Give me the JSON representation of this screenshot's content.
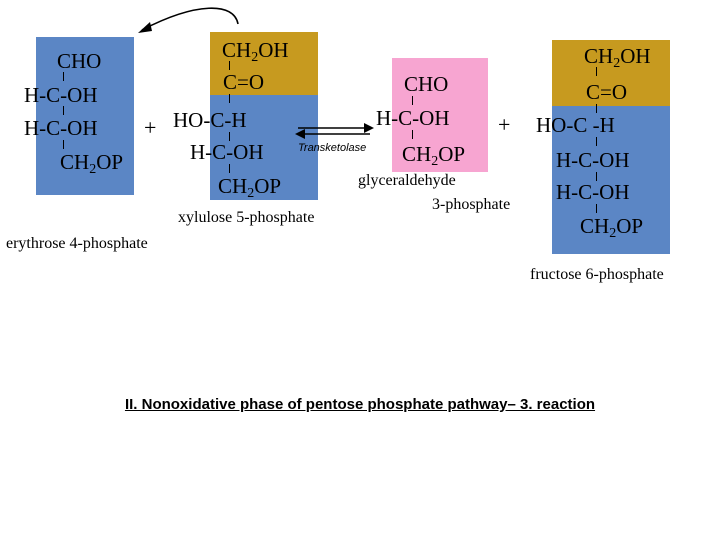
{
  "colors": {
    "blue": "#5b86c5",
    "gold": "#c79a1f",
    "pink": "#f7a5d1"
  },
  "erythrose": {
    "lines": [
      "CHO",
      "H-C-OH",
      "H-C-OH",
      "CH",
      "2",
      "OP"
    ],
    "name": "erythrose 4-phosphate"
  },
  "xylulose": {
    "lines": [
      "CH",
      "2",
      "OH",
      "C=O",
      "HO-C-H",
      "H-C-OH",
      "CH",
      "2",
      "OP"
    ],
    "name": "xylulose 5-phosphate"
  },
  "glyceraldehyde": {
    "lines": [
      "CHO",
      "H-C-OH",
      "CH",
      "2",
      "OP"
    ],
    "name_line1": "glyceraldehyde",
    "name_line2": "3-phosphate"
  },
  "fructose": {
    "lines": [
      "CH",
      "2",
      "OH",
      "C=O",
      "HO-C -H",
      "H-C-OH",
      "H-C-OH",
      "CH",
      "2",
      "OP"
    ],
    "name": "fructose 6-phosphate"
  },
  "plus_sign": "+",
  "enzyme": "Transketolase",
  "title": "II. Nonoxidative phase of pentose phosphate pathway– 3. reaction"
}
